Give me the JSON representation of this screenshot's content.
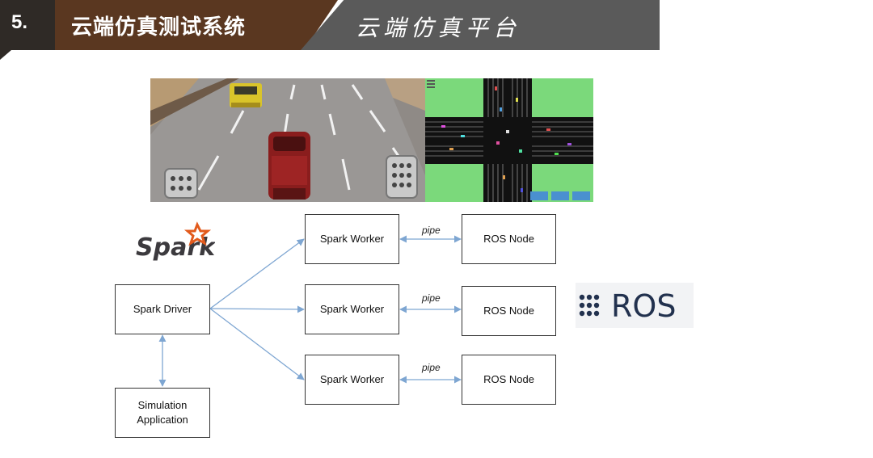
{
  "header": {
    "number": "5.",
    "title": "云端仿真测试系统",
    "subtitle": "云端仿真平台"
  },
  "colors": {
    "header_dark": "#2f2a26",
    "header_brown": "#5a3720",
    "header_gray": "#5a5a5a",
    "arrow": "#7ea6d2",
    "spark_orange": "#e25a1c",
    "ros_blue": "#22314e",
    "grass_green": "#7bd97b"
  },
  "logos": {
    "spark": "Spark",
    "ros": "ROS"
  },
  "diagram": {
    "driver": "Spark Driver",
    "simulation": [
      "Simulation",
      "Application"
    ],
    "workers": [
      "Spark Worker",
      "Spark Worker",
      "Spark Worker"
    ],
    "ros_nodes": [
      "ROS Node",
      "ROS Node",
      "ROS Node"
    ],
    "pipe_labels": [
      "pipe",
      "pipe",
      "pipe"
    ]
  },
  "images": {
    "driving_sim": "driving-simulator-screenshot",
    "traffic_sim": "traffic-intersection-simulator-screenshot"
  }
}
